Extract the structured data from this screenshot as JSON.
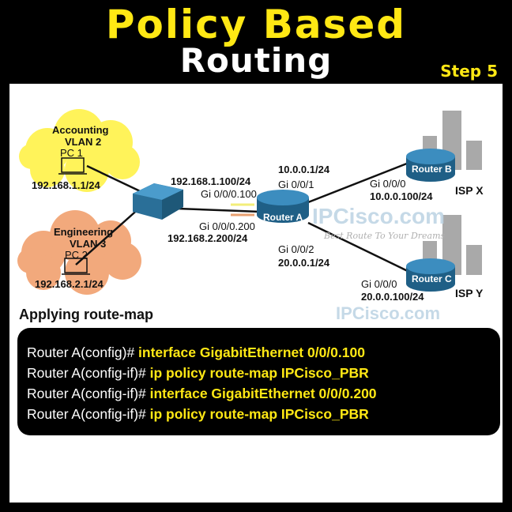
{
  "title": {
    "line1": "Policy Based",
    "line2": "Routing",
    "step": "Step 5"
  },
  "colors": {
    "yellow": "#ffe814",
    "accent_blue": "#2e7fb0",
    "accounting_cloud": "#fff35a",
    "engineering_cloud": "#f2a97c"
  },
  "diagram": {
    "accounting": {
      "name": "Accounting",
      "vlan": "VLAN 2",
      "pc": "PC 1",
      "ip": "192.168.1.1/24"
    },
    "engineering": {
      "name": "Engineering",
      "vlan": "VLAN 3",
      "pc": "PC 2",
      "ip": "192.168.2.1/24"
    },
    "sub100": {
      "ip": "192.168.1.100/24",
      "if": "Gi 0/0/0.100"
    },
    "sub200": {
      "ip": "192.168.2.200/24",
      "if": "Gi 0/0/0.200"
    },
    "routerA": {
      "name": "Router A",
      "if1": "Gi 0/0/1",
      "ip1": "10.0.0.1/24",
      "if2": "Gi 0/0/2",
      "ip2": "20.0.0.1/24"
    },
    "routerB": {
      "name": "Router B",
      "if": "Gi 0/0/0",
      "ip": "10.0.0.100/24",
      "isp": "ISP X"
    },
    "routerC": {
      "name": "Router C",
      "if": "Gi 0/0/0",
      "ip": "20.0.0.100/24",
      "isp": "ISP Y"
    },
    "watermark": {
      "brand": "IPCisco.com",
      "slogan": "Best Route To Your Dreams"
    }
  },
  "section_title": "Applying route-map",
  "terminal": [
    {
      "prompt": "Router A(config)# ",
      "cmd": "interface GigabitEthernet 0/0/0.100"
    },
    {
      "prompt": "Router A(config-if)# ",
      "cmd": "ip policy route-map IPCisco_PBR"
    },
    {
      "prompt": "Router A(config-if)# ",
      "cmd": "interface GigabitEthernet 0/0/0.200"
    },
    {
      "prompt": "Router A(config-if)# ",
      "cmd": "ip policy route-map IPCisco_PBR"
    }
  ]
}
